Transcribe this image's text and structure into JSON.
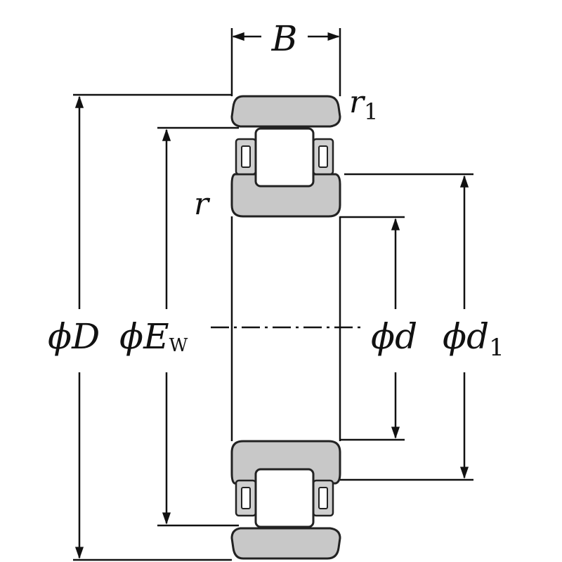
{
  "labels": {
    "B": "B",
    "r1_main": "r",
    "r1_sub": "1",
    "r": "r",
    "phiD": "ϕD",
    "phiEw_main": "ϕE",
    "phiEw_sub": "W",
    "phid": "ϕd",
    "phid1_main": "ϕd",
    "phid1_sub": "1"
  }
}
